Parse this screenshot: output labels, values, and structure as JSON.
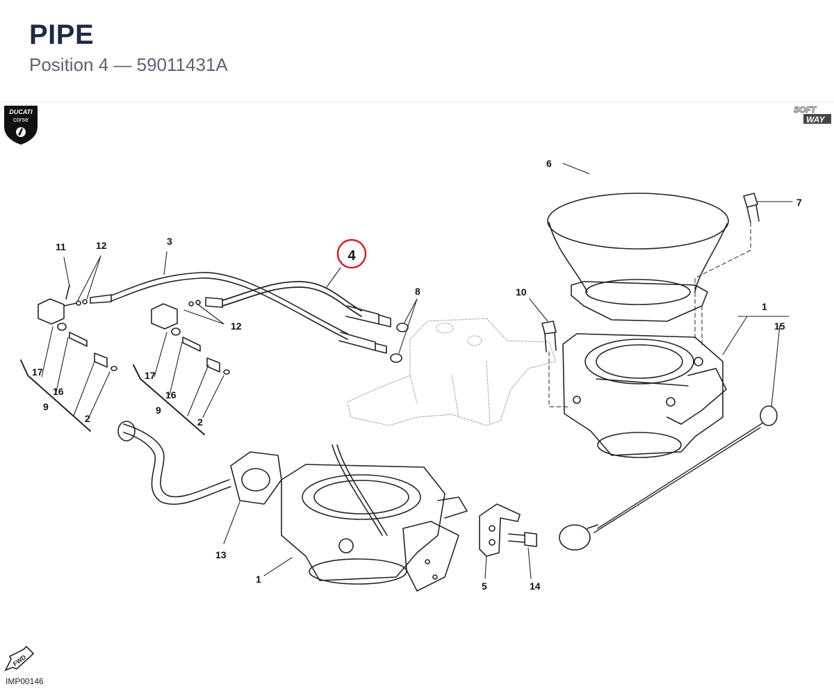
{
  "header": {
    "title": "PIPE",
    "subtitle": "Position 4 — 59011431A"
  },
  "logos": {
    "ducati_line1": "DUCATI",
    "ducati_line2": "corse",
    "softway_line1": "SOFT",
    "softway_line2": "WAY",
    "fwd": "FWD"
  },
  "footer": {
    "code": "IMP00146"
  },
  "highlight": {
    "label": "4",
    "color": "#d0202e"
  },
  "callouts": [
    "11",
    "12",
    "3",
    "8",
    "12",
    "17",
    "16",
    "9",
    "2",
    "17",
    "16",
    "9",
    "2",
    "6",
    "7",
    "10",
    "1",
    "15",
    "13",
    "1",
    "5",
    "14"
  ]
}
